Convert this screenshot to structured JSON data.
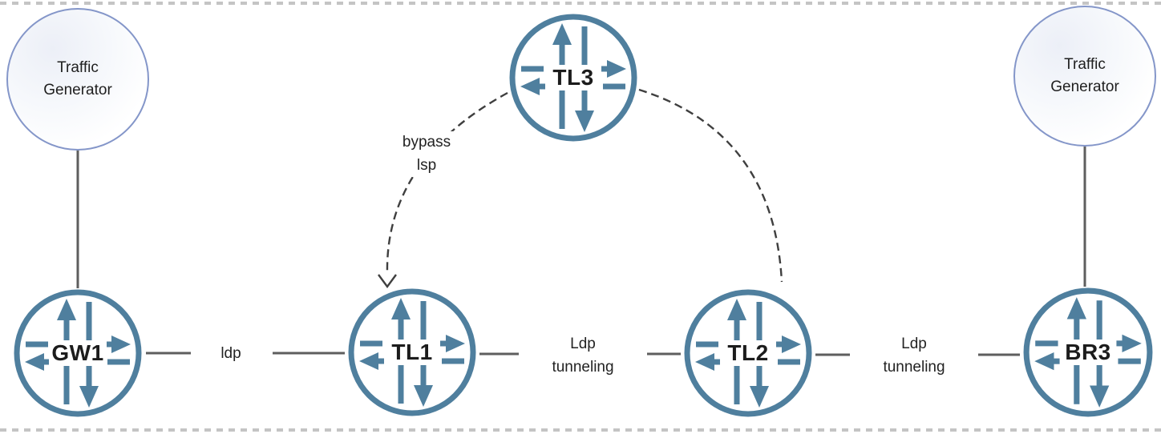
{
  "diagram": {
    "type": "network-topology",
    "nodes": {
      "tg_left": {
        "label": "Traffic\nGenerator",
        "kind": "traffic-generator"
      },
      "tl3": {
        "label": "TL3",
        "kind": "router"
      },
      "tg_right": {
        "label": "Traffic\nGenerator",
        "kind": "traffic-generator"
      },
      "gw1": {
        "label": "GW1",
        "kind": "router"
      },
      "tl1": {
        "label": "TL1",
        "kind": "router"
      },
      "tl2": {
        "label": "TL2",
        "kind": "router"
      },
      "br3": {
        "label": "BR3",
        "kind": "router"
      }
    },
    "links": {
      "gw1_tl1": {
        "label": "ldp",
        "style": "solid"
      },
      "tl1_tl2": {
        "label": "Ldp\ntunneling",
        "style": "solid"
      },
      "tl2_br3": {
        "label": "Ldp\ntunneling",
        "style": "solid"
      },
      "tl3_tl1": {
        "label": "bypass\nlsp",
        "style": "dashed-arrow"
      },
      "tl3_tl2": {
        "label": "",
        "style": "dashed"
      },
      "tg_left_gw1": {
        "label": "",
        "style": "solid"
      },
      "tg_right_br3": {
        "label": "",
        "style": "solid"
      }
    },
    "colors": {
      "router_accent": "#4f7f9e",
      "traffic_generator_border": "#8496c9",
      "connector_gray": "#5e5e5e",
      "dashed_curve": "#3f3f3f",
      "page_border_dash": "#c4c4c4",
      "text": "#1f1f1f"
    }
  }
}
